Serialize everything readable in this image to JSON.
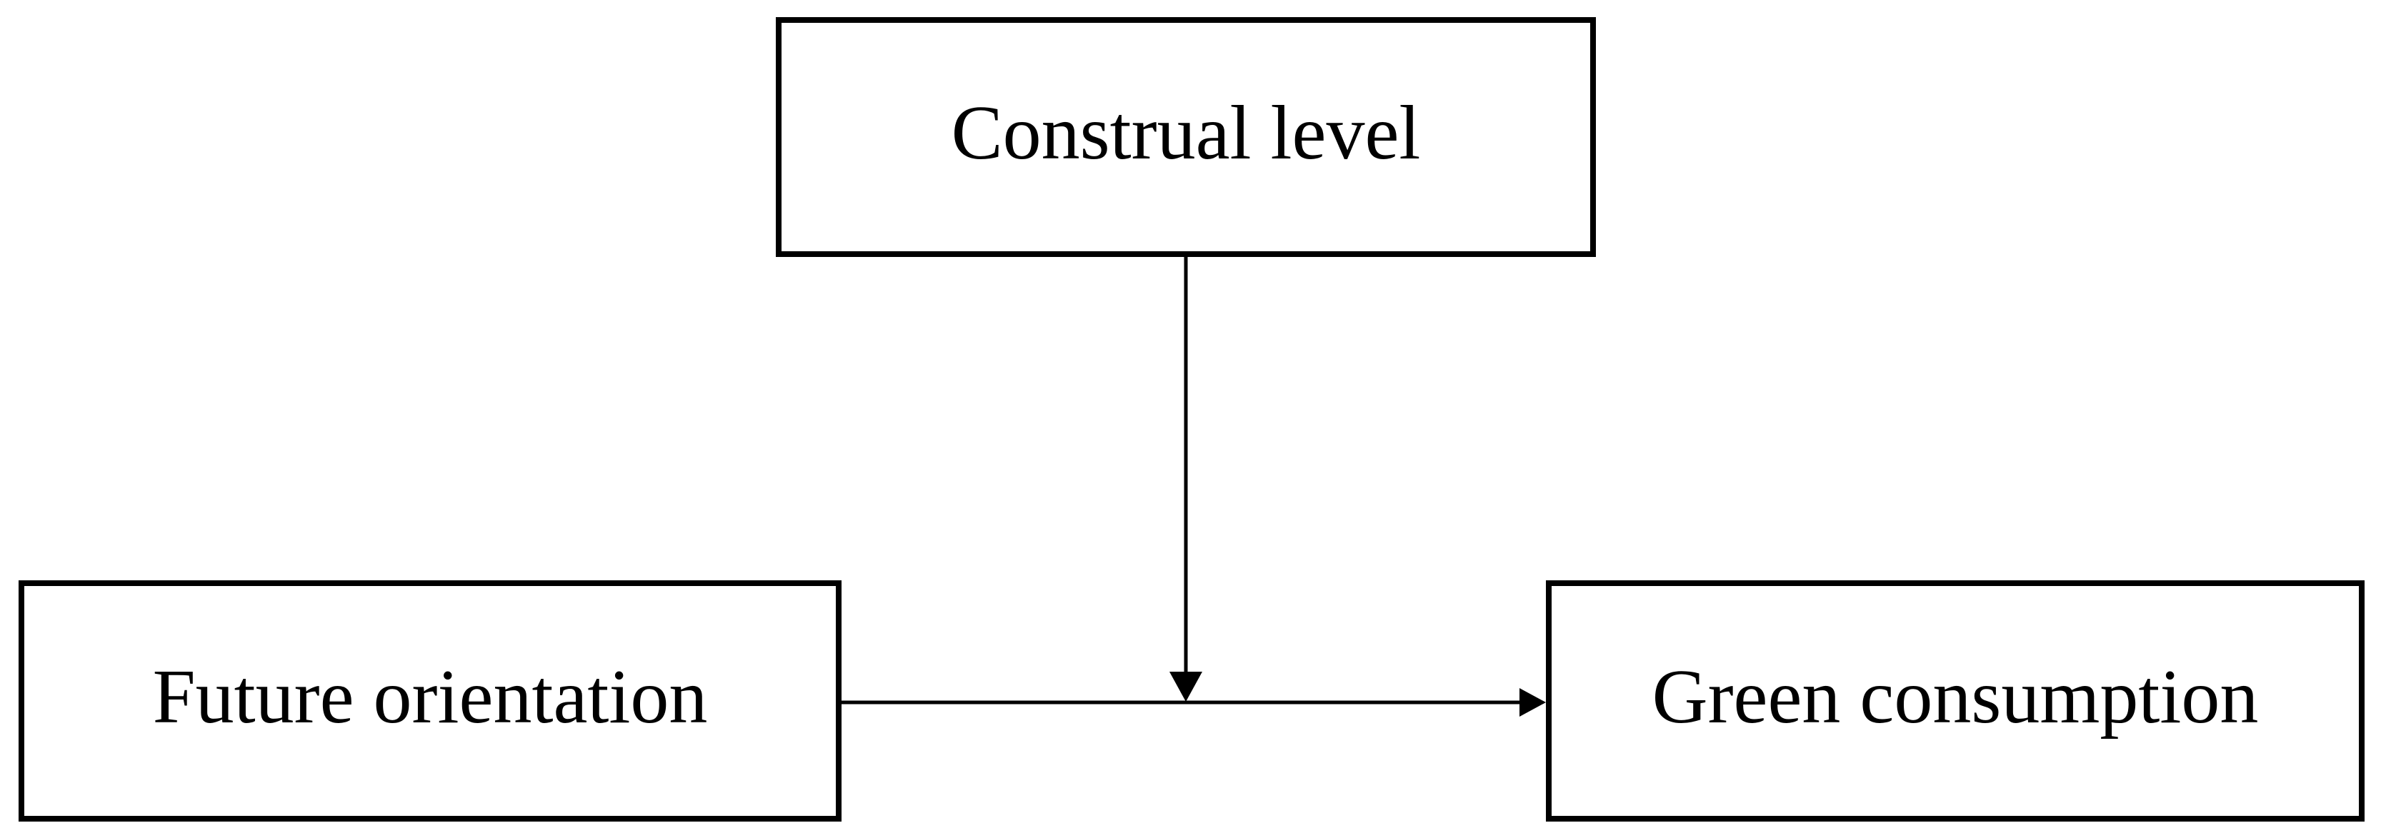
{
  "diagram": {
    "background_color": "#ffffff",
    "stroke_color": "#000000",
    "nodes": [
      {
        "id": "moderator",
        "label": "Construal level",
        "position": "top-center"
      },
      {
        "id": "predictor",
        "label": "Future orientation",
        "position": "bottom-left"
      },
      {
        "id": "outcome",
        "label": "Green consumption",
        "position": "bottom-right"
      }
    ],
    "edges": [
      {
        "from": "predictor",
        "to": "outcome",
        "style": "solid-arrow",
        "direction": "right"
      },
      {
        "from": "moderator",
        "to": "predictor-outcome-path",
        "style": "solid-arrow",
        "direction": "down",
        "meaning": "moderation"
      }
    ]
  }
}
